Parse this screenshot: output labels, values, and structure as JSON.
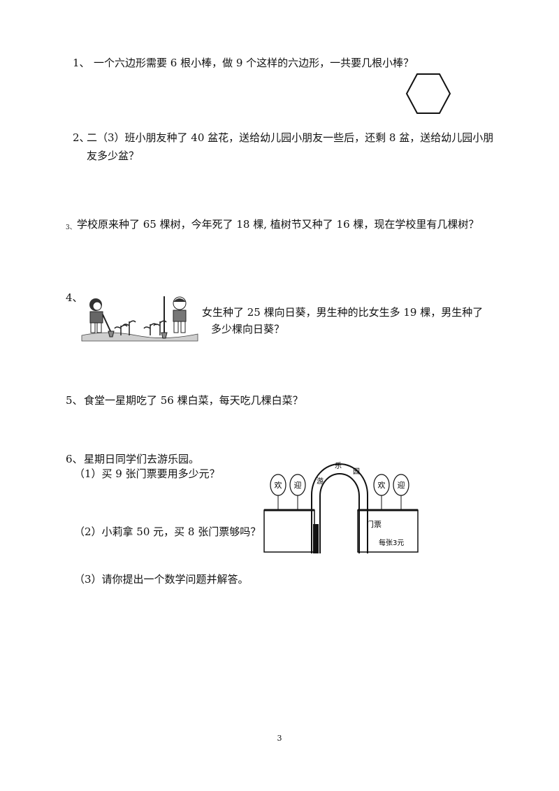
{
  "q1": {
    "num": "1、",
    "text": "一个六边形需要 6 根小棒，做 9 个这样的六边形，一共要几根小棒？"
  },
  "q2": {
    "num": "2、",
    "line1": "二（3）班小朋友种了 40 盆花，送给幼儿园小朋友一些后，还剩 8 盆，送给幼儿园小朋",
    "line2": "友多少盆？"
  },
  "q3": {
    "num": "3、",
    "text": "学校原来种了 65 棵树，今年死了 18 棵, 植树节又种了 16 棵，现在学校里有几棵树？"
  },
  "q4": {
    "num": "4、",
    "line1": "女生种了 25 棵向日葵，男生种的比女生多 19 棵，男生种了",
    "line2": "多少棵向日葵？"
  },
  "q5": {
    "num": "5、",
    "text": "食堂一星期吃了 56 棵白菜，每天吃几棵白菜？"
  },
  "q6": {
    "num": "6、",
    "text": "星期日同学们去游乐园。",
    "sub1": "（1）买 9 张门票要用多少元？",
    "sub2": "（2）小莉拿 50 元，买 8 张门票够吗？",
    "sub3": "（3）请你提出一个数学问题并解答。"
  },
  "park": {
    "balloons_left": [
      "欢",
      "迎"
    ],
    "balloons_right": [
      "欢",
      "迎"
    ],
    "arch_chars": [
      "游",
      "乐",
      "园"
    ],
    "ticket_label": "门票",
    "ticket_price": "每张3元"
  },
  "page_number": "3"
}
